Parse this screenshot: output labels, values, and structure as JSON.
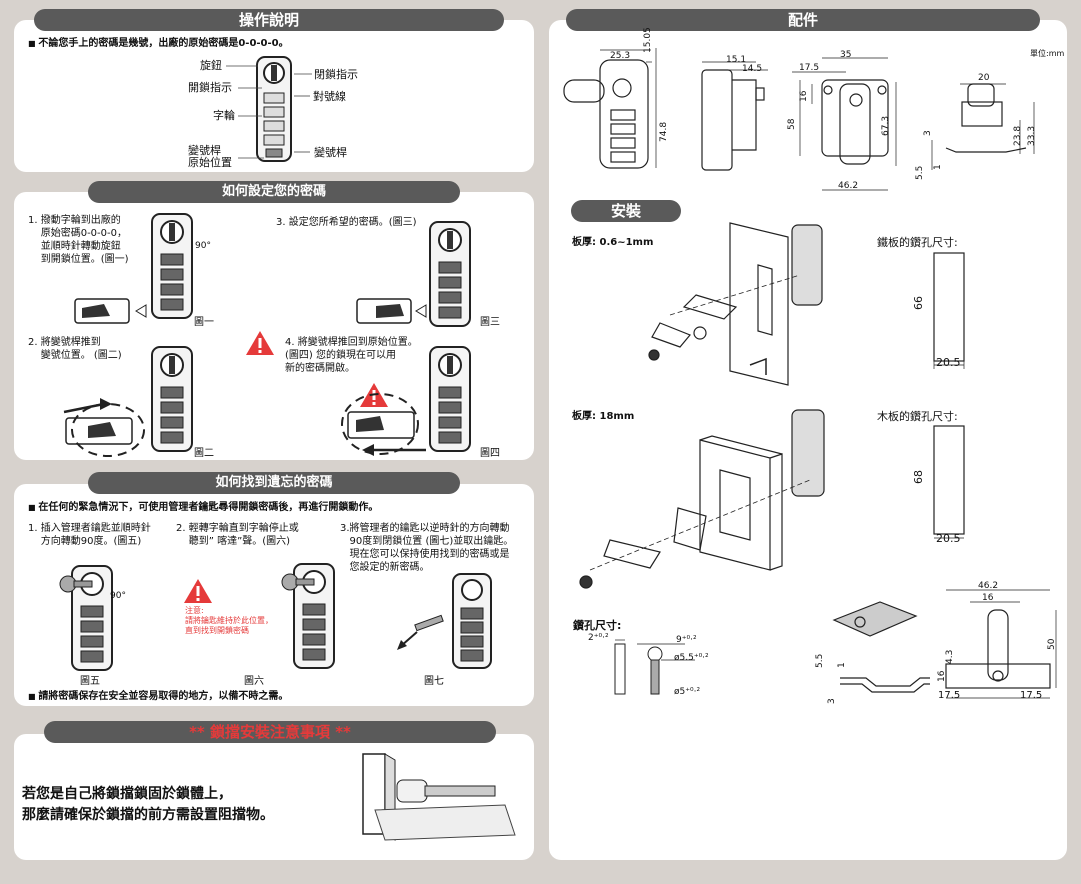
{
  "left": {
    "operation": {
      "title": "操作說明",
      "intro": "不論您手上的密碼是幾號，出廠的原始密碼是0-0-0-0。",
      "labels": {
        "knob": "旋鈕",
        "unlock_indicator": "開鎖指示",
        "dial": "字輪",
        "change_lever_origin": "變號桿\n原始位置",
        "lock_indicator": "閉鎖指示",
        "align_line": "對號線",
        "change_lever": "變號桿"
      }
    },
    "set_code": {
      "title": "如何設定您的密碼",
      "step1": "1. 撥動字輪到出廠的\n    原始密碼0-0-0-0，\n    並順時針轉動旋鈕\n    到開鎖位置。(圖一)",
      "step2": "2. 將變號桿推到\n    變號位置。 (圖二)",
      "step3": "3. 設定您所希望的密碼。(圖三)",
      "step4": "4. 將變號桿推回到原始位置。\n(圖四) 您的鎖現在可以用\n新的密碼開啟。",
      "angle": "90°",
      "fig1": "圖一",
      "fig2": "圖二",
      "fig3": "圖三",
      "fig4": "圖四"
    },
    "find_code": {
      "title": "如何找到遺忘的密碼",
      "intro": "在任何的緊急情況下，可使用管理者鑰匙尋得開鎖密碼後，再進行開鎖動作。",
      "step1": "1. 插入管理者鑰匙並順時針\n    方向轉動90度。(圖五)",
      "step2": "2. 輕轉字輪直到字輪停止或\n    聽到” 喀達”聲。(圖六)",
      "step3": "3.將管理者的鑰匙以逆時針的方向轉動\n   90度到閉鎖位置 (圖七)並取出鑰匙。\n   現在您可以保持使用找到的密碼或是\n   您設定的新密碼。",
      "note": "注意:\n請將鑰匙維持於此位置，\n直到找到開鎖密碼",
      "angle": "90°",
      "fig5": "圖五",
      "fig6": "圖六",
      "fig7": "圖七",
      "footer": "請將密碼保存在安全並容易取得的地方，以備不時之需。"
    },
    "install_note": {
      "title": "** 鎖擋安裝注意事項 **",
      "text": "若您是自己將鎖擋鎖固於鎖體上，\n那麼請確保於鎖擋的前方需設置阻擋物。"
    }
  },
  "right": {
    "parts": {
      "title": "配件",
      "unit": "單位:mm",
      "dims": {
        "d25_3": "25.3",
        "d15_05": "15.05",
        "d74_8": "74.8",
        "d15_1": "15.1",
        "d14_5": "14.5",
        "d35": "35",
        "d17_5": "17.5",
        "d16": "16",
        "d58": "58",
        "d67_3": "67.3",
        "d46_2": "46.2",
        "d20": "20",
        "d3": "3",
        "d1": "1",
        "d5_5": "5.5",
        "d23_8": "23.8",
        "d33_3": "33.3"
      }
    },
    "install": {
      "title": "安裝",
      "thin": "板厚: 0.6~1mm",
      "thick": "板厚: 18mm",
      "iron_hole": "鐵板的鑽孔尺寸:",
      "wood_hole": "木板的鑽孔尺寸:",
      "d66": "66",
      "d20_5a": "20.5",
      "d68": "68",
      "d20_5b": "20.5",
      "drill": "鑽孔尺寸:",
      "drill_dims": {
        "a": "2⁺⁰·²",
        "b": "9⁺⁰·²",
        "c": "ø5.5⁺⁰·²",
        "d": "ø5⁺⁰·²"
      },
      "bracket_dims": {
        "d46_2": "46.2",
        "d16": "16",
        "d4_3": "4.3",
        "d50": "50",
        "d16b": "16",
        "d17_5a": "17.5",
        "d17_5b": "17.5",
        "d5_5": "5.5",
        "d1": "1",
        "d3": "3"
      }
    }
  }
}
